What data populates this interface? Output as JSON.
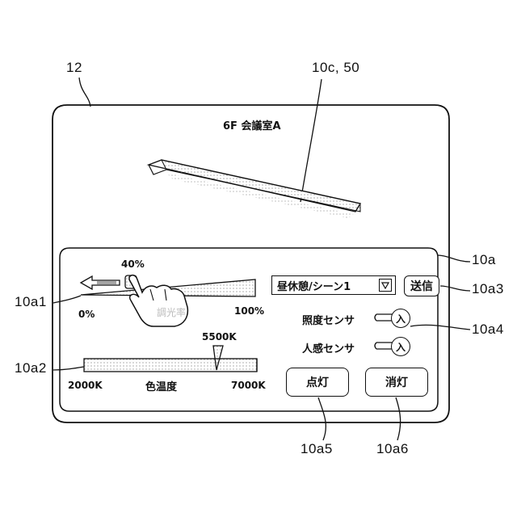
{
  "refs": {
    "device": "12",
    "screen_image": "10c, 50",
    "panel": "10a",
    "dimmer": "10a1",
    "color_temp": "10a2",
    "send": "10a3",
    "sensors": "10a4",
    "on_button": "10a5",
    "off_button": "10a6"
  },
  "screen": {
    "room_title": "6F 会議室A"
  },
  "dimmer": {
    "value_label": "40%",
    "level": 0.4,
    "min_label": "0%",
    "max_label": "100%",
    "hidden_caption": "調光率"
  },
  "color_temp": {
    "value_label": "5500K",
    "min_label": "2000K",
    "max_label": "7000K",
    "title": "色温度",
    "current_k": 5500,
    "min_k": 2000,
    "max_k": 7000
  },
  "scene": {
    "selected": "昼休憩/シーン1"
  },
  "send_button": {
    "label": "送信"
  },
  "sensors": {
    "illuminance_label": "照度センサ",
    "illuminance_state": "入",
    "motion_label": "人感センサ",
    "motion_state": "入"
  },
  "on_button": {
    "label": "点灯"
  },
  "off_button": {
    "label": "消灯"
  },
  "icons": {
    "fixture": "ceiling-light-fixture-icon",
    "hand": "pointing-hand-icon",
    "arrow": "double-arrow-icon",
    "dropdown": "triangle-down-icon"
  }
}
